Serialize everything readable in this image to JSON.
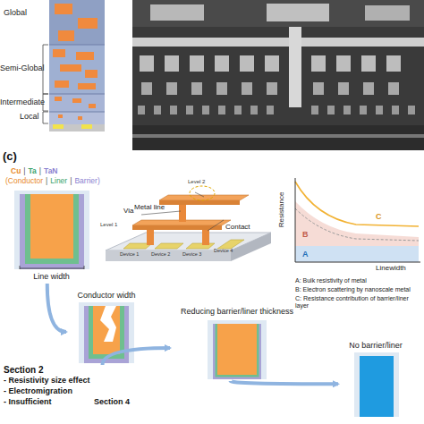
{
  "diagram": {
    "nodes": [
      {
        "text": [
          "Line width"
        ]
      },
      {
        "text": [
          "Conductor width"
        ]
      },
      {
        "text": [
          "Reducing barrier/liner thickness"
        ]
      },
      {
        "text": [
          "No barrier/liner"
        ]
      }
    ],
    "edges": [
      {
        "from": 0,
        "to": 1,
        "arrow": "to"
      },
      {
        "from": 1,
        "to": 2,
        "arrow": "to"
      },
      {
        "from": 2,
        "to": 3,
        "arrow": "to"
      }
    ],
    "labels": [
      "Global",
      "Semi-Global",
      "Intermediate",
      "Local",
      "(c)",
      "Cu",
      "|",
      "Ta",
      "|",
      "TaN",
      "(Conductor",
      "|",
      "Liner",
      "|",
      "Barrier)",
      "Metal line",
      "Via",
      "Contact",
      "Level 2",
      "Level 1",
      "Device 1",
      "Device 2",
      "Device 3",
      "Device 4",
      "Resistance",
      "Linewidth",
      "A",
      "B",
      "C",
      "A: Bulk resistivity of metal",
      "B: Electron scattering by nanoscale metal",
      "C: Resistance contribution of barrier/liner layer",
      "Section 2",
      "- Resistivity size effect",
      "- Electromigration",
      "- Insufficient",
      "Section 4"
    ]
  }
}
